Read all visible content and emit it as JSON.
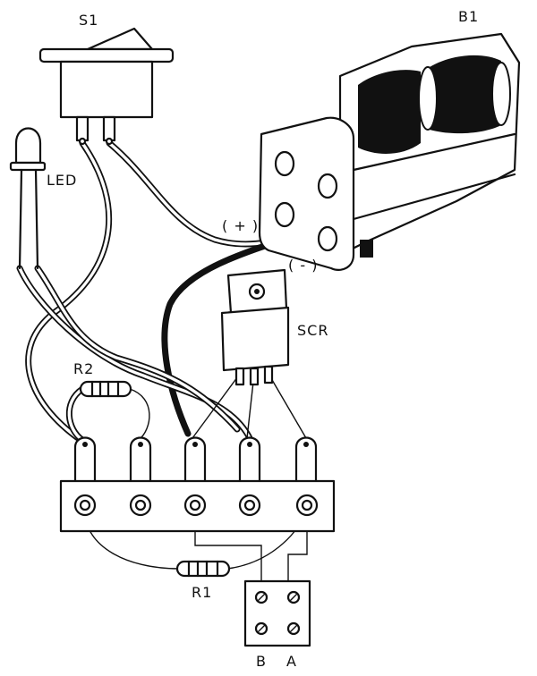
{
  "labels": {
    "switch": "S1",
    "battery": "B1",
    "led": "LED",
    "scr": "SCR",
    "r2": "R2",
    "r1": "R1",
    "plus": "( + )",
    "minus": "( - )",
    "terminal_b": "B",
    "terminal_a": "A"
  }
}
